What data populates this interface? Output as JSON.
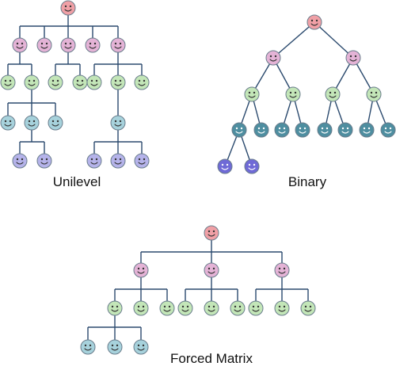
{
  "labels": {
    "unilevel": "Unilevel",
    "binary": "Binary",
    "forced_matrix": "Forced Matrix"
  },
  "colors": {
    "line": "#2b4a6e",
    "stroke": "#6a7d8c",
    "level0": "#f0a0a6",
    "level1": "#e4b3d6",
    "level2": "#c3e6b8",
    "level3": "#a7d2dc",
    "level4": "#b5b3ea",
    "binary_level3": "#4e8ea0",
    "binary_level4": "#6f6ad6"
  },
  "icon": "smiley-face-icon"
}
